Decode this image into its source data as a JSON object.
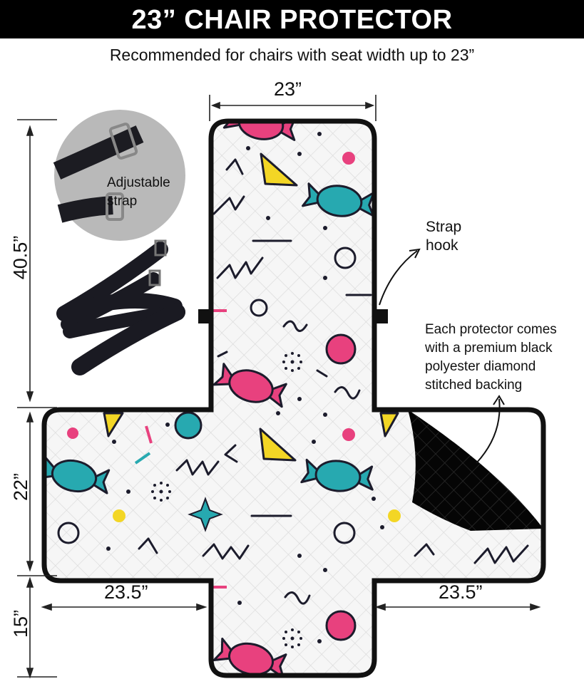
{
  "header": {
    "title": "23” CHAIR PROTECTOR"
  },
  "subtitle": "Recommended for chairs with seat width up to 23”",
  "dimensions": {
    "top_width": "23”",
    "back_height": "40.5”",
    "seat_depth": "22”",
    "front_drop": "15”",
    "left_arm": "23.5”",
    "right_arm": "23.5”"
  },
  "callouts": {
    "strap": "Adjustable\nstrap",
    "strap_hook": "Strap\nhook",
    "backing": "Each protector comes\nwith a premium black\npolyester diamond\nstitched backing"
  },
  "colors": {
    "pattern_pink": "#e8417e",
    "pattern_teal": "#27a9b0",
    "pattern_yellow": "#f3d625",
    "outline": "#1c1c2c",
    "backing": "#0a0a0a"
  }
}
